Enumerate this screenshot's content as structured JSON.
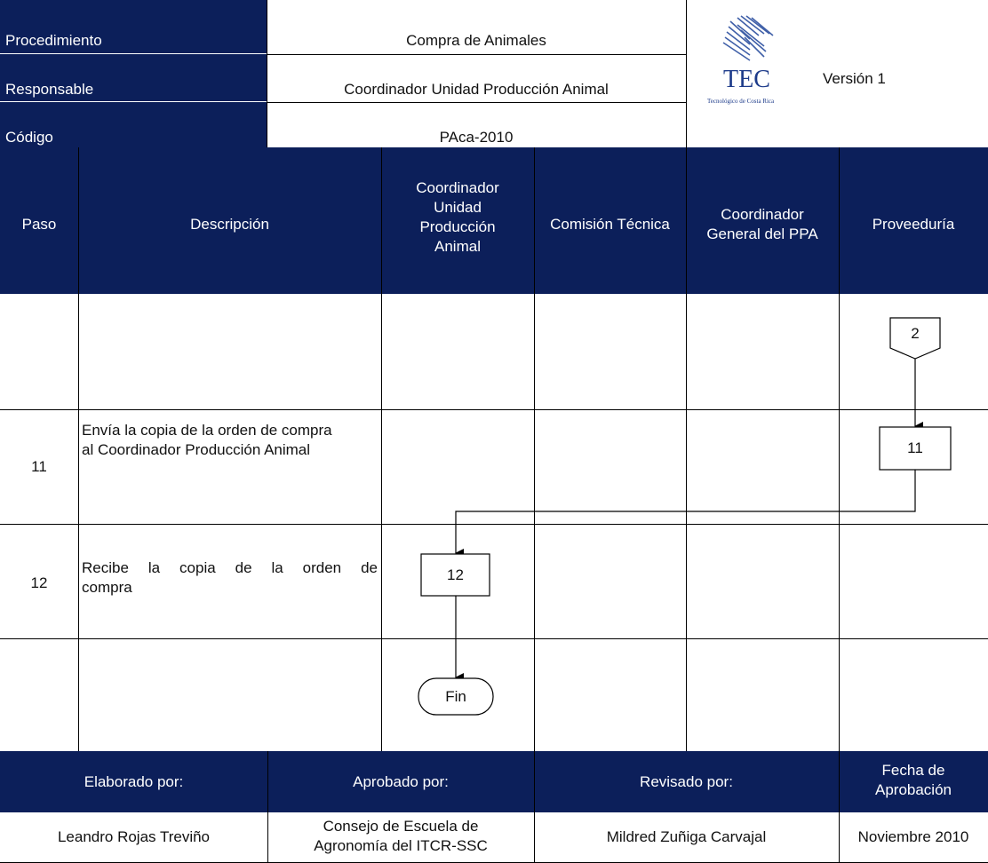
{
  "header": {
    "procedimiento_label": "Procedimiento",
    "procedimiento_value": "Compra de Animales",
    "responsable_label": "Responsable",
    "responsable_value": "Coordinador Unidad Producción Animal",
    "codigo_label": "Código",
    "codigo_value": "PAca-2010",
    "logo_text": "TEC",
    "logo_subtext": "Tecnológico de Costa Rica",
    "version": "Versión 1"
  },
  "columns": {
    "paso": "Paso",
    "descripcion": "Descripción",
    "coordinador_unidad": [
      "Coordinador",
      "Unidad",
      "Producción",
      "Animal"
    ],
    "comision": "Comisión Técnica",
    "coordinador_general": [
      "Coordinador",
      "General del PPA"
    ],
    "proveeduria": "Proveeduría"
  },
  "rows": [
    {
      "paso": "",
      "descripcion": ""
    },
    {
      "paso": "11",
      "descripcion": [
        "Envía la copia de la orden de compra",
        "al Coordinador Producción Animal"
      ]
    },
    {
      "paso": "12",
      "descripcion": [
        "Recibe la copia de la orden de",
        "compra"
      ]
    },
    {
      "paso": "",
      "descripcion": ""
    }
  ],
  "flow": {
    "connector": "2",
    "step11": "11",
    "step12": "12",
    "end": "Fin"
  },
  "footer": {
    "elaborado_label": "Elaborado por:",
    "aprobado_label": "Aprobado por:",
    "revisado_label": "Revisado por:",
    "fecha_label": [
      "Fecha de",
      "Aprobación"
    ],
    "elaborado_value": "Leandro Rojas Treviño",
    "aprobado_value": [
      "Consejo de Escuela de",
      "Agronomía del ITCR-SSC"
    ],
    "revisado_value": "Mildred Zuñiga Carvajal",
    "fecha_value": "Noviembre 2010"
  },
  "colors": {
    "navy": "#0c1f5a",
    "line": "#000000"
  }
}
